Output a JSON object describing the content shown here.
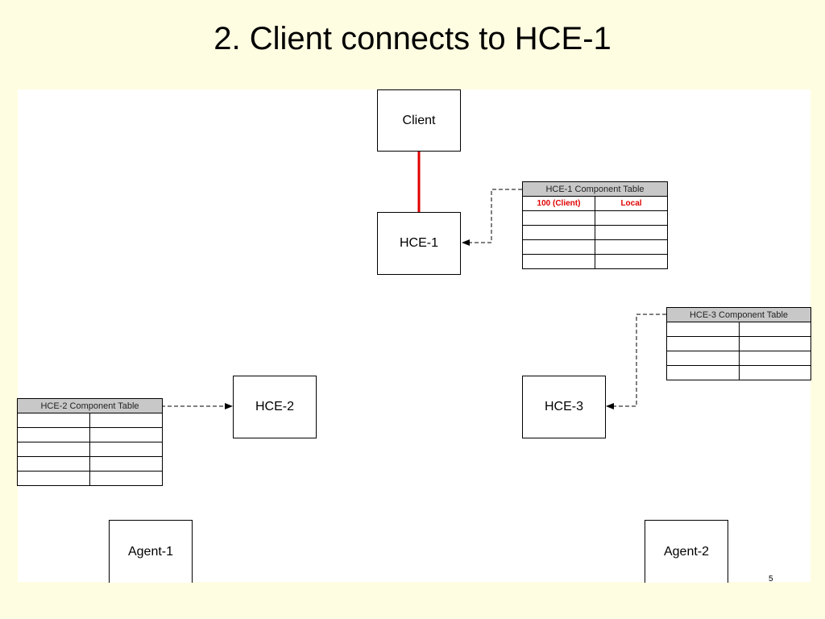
{
  "slide": {
    "title": "2. Client connects to HCE-1"
  },
  "nodes": {
    "client": "Client",
    "hce1": "HCE-1",
    "hce2": "HCE-2",
    "hce3": "HCE-3",
    "agent1": "Agent-1",
    "agent2": "Agent-2"
  },
  "tables": {
    "hce1": {
      "title": "HCE-1 Component Table",
      "rows": [
        [
          "100 (Client)",
          "Local"
        ],
        [
          "",
          ""
        ],
        [
          "",
          ""
        ],
        [
          "",
          ""
        ],
        [
          "",
          ""
        ]
      ]
    },
    "hce2": {
      "title": "HCE-2 Component Table",
      "rows": [
        [
          "",
          ""
        ],
        [
          "",
          ""
        ],
        [
          "",
          ""
        ],
        [
          "",
          ""
        ],
        [
          "",
          ""
        ]
      ]
    },
    "hce3": {
      "title": "HCE-3 Component Table",
      "rows": [
        [
          "",
          ""
        ],
        [
          "",
          ""
        ],
        [
          "",
          ""
        ],
        [
          "",
          ""
        ]
      ]
    }
  },
  "colors": {
    "active_connection": "#e00000",
    "highlight_text": "#e00000",
    "background": "#fffde1"
  },
  "connections": [
    {
      "from": "client",
      "to": "hce1",
      "style": "solid",
      "color": "red"
    },
    {
      "from": "hce1-table",
      "to": "hce1",
      "style": "dashed-arrow"
    },
    {
      "from": "hce2-table",
      "to": "hce2",
      "style": "dashed-arrow"
    },
    {
      "from": "hce3-table",
      "to": "hce3",
      "style": "dashed-arrow"
    }
  ],
  "footer": {
    "page_mark": "5"
  }
}
